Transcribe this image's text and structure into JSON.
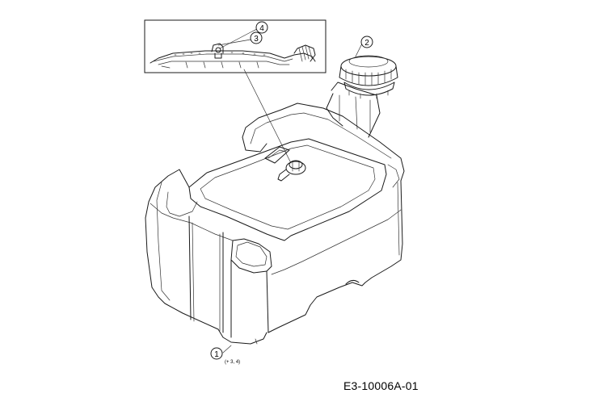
{
  "callouts": [
    {
      "id": "1",
      "label": "1",
      "note": "(+ 3, 4)"
    },
    {
      "id": "2",
      "label": "2",
      "note": ""
    },
    {
      "id": "3",
      "label": "3",
      "note": ""
    },
    {
      "id": "4",
      "label": "4",
      "note": ""
    }
  ],
  "drawing_id": "E3-10006A-01"
}
